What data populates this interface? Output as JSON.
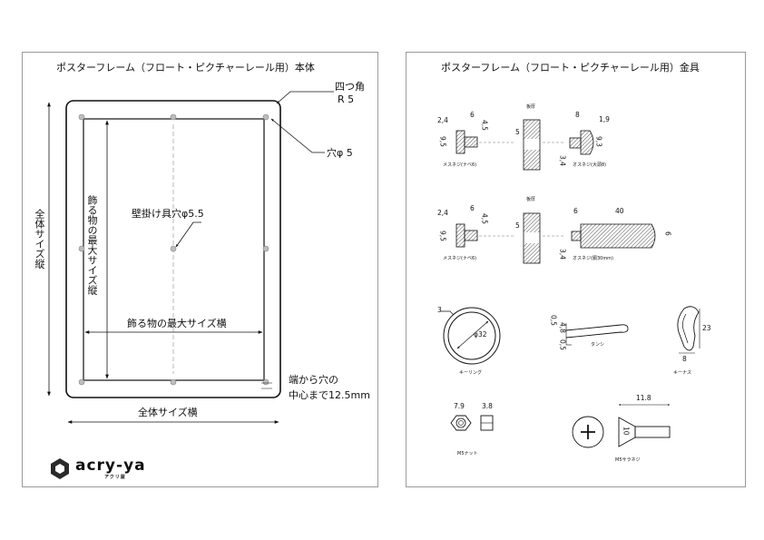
{
  "left_panel": {
    "title": "ポスターフレーム（フロート・ピクチャーレール用）本体",
    "corner_label": "四つ角",
    "corner_radius": "R 5",
    "hole_label": "穴φ 5",
    "hanger_hole": "壁掛け具穴φ5.5",
    "max_height": "飾る物の最大サイズ縦",
    "max_width": "飾る物の最大サイズ横",
    "total_height": "全体サイズ縦",
    "total_width": "全体サイズ横",
    "edge_note_1": "端から穴の",
    "edge_note_2": "中心まで12.5mm"
  },
  "logo": {
    "word": "acry-ya",
    "sub": "アクリ屋"
  },
  "right_panel": {
    "title": "ポスターフレーム（フロート・ピクチャーレール用）金具",
    "row1": {
      "female_dims": [
        "2,4",
        "6",
        "4,5",
        "9,5"
      ],
      "female_label": "メスネジ(ナベ6)",
      "plate_label": "板厚",
      "plate_dim": "5",
      "male_dims": [
        "8",
        "1,9",
        "9,3",
        "3,4"
      ],
      "male_label": "オスネジ(大頭8)"
    },
    "row2": {
      "female_dims": [
        "2,4",
        "6",
        "4,5",
        "9,5"
      ],
      "female_label": "メスネジ(ナベ6)",
      "plate_label": "板厚",
      "plate_dim": "5",
      "male_dims": [
        "6",
        "40",
        "6",
        "3,4"
      ],
      "male_label": "オスネジ(胴30mm)"
    },
    "keyring": {
      "wire": "3",
      "diameter": "φ32",
      "label": "キーリング"
    },
    "tanshi": {
      "d1": "0,5",
      "d2": "4,8",
      "d3": "0,5",
      "label": "タンシ"
    },
    "kinasu": {
      "h": "23",
      "w": "8",
      "label": "キーナス"
    },
    "nut": {
      "w1": "7.9",
      "w2": "3.8",
      "label": "M5ナット"
    },
    "screw": {
      "len": "11.8",
      "head": "10",
      "label": "M5サラネジ"
    }
  }
}
